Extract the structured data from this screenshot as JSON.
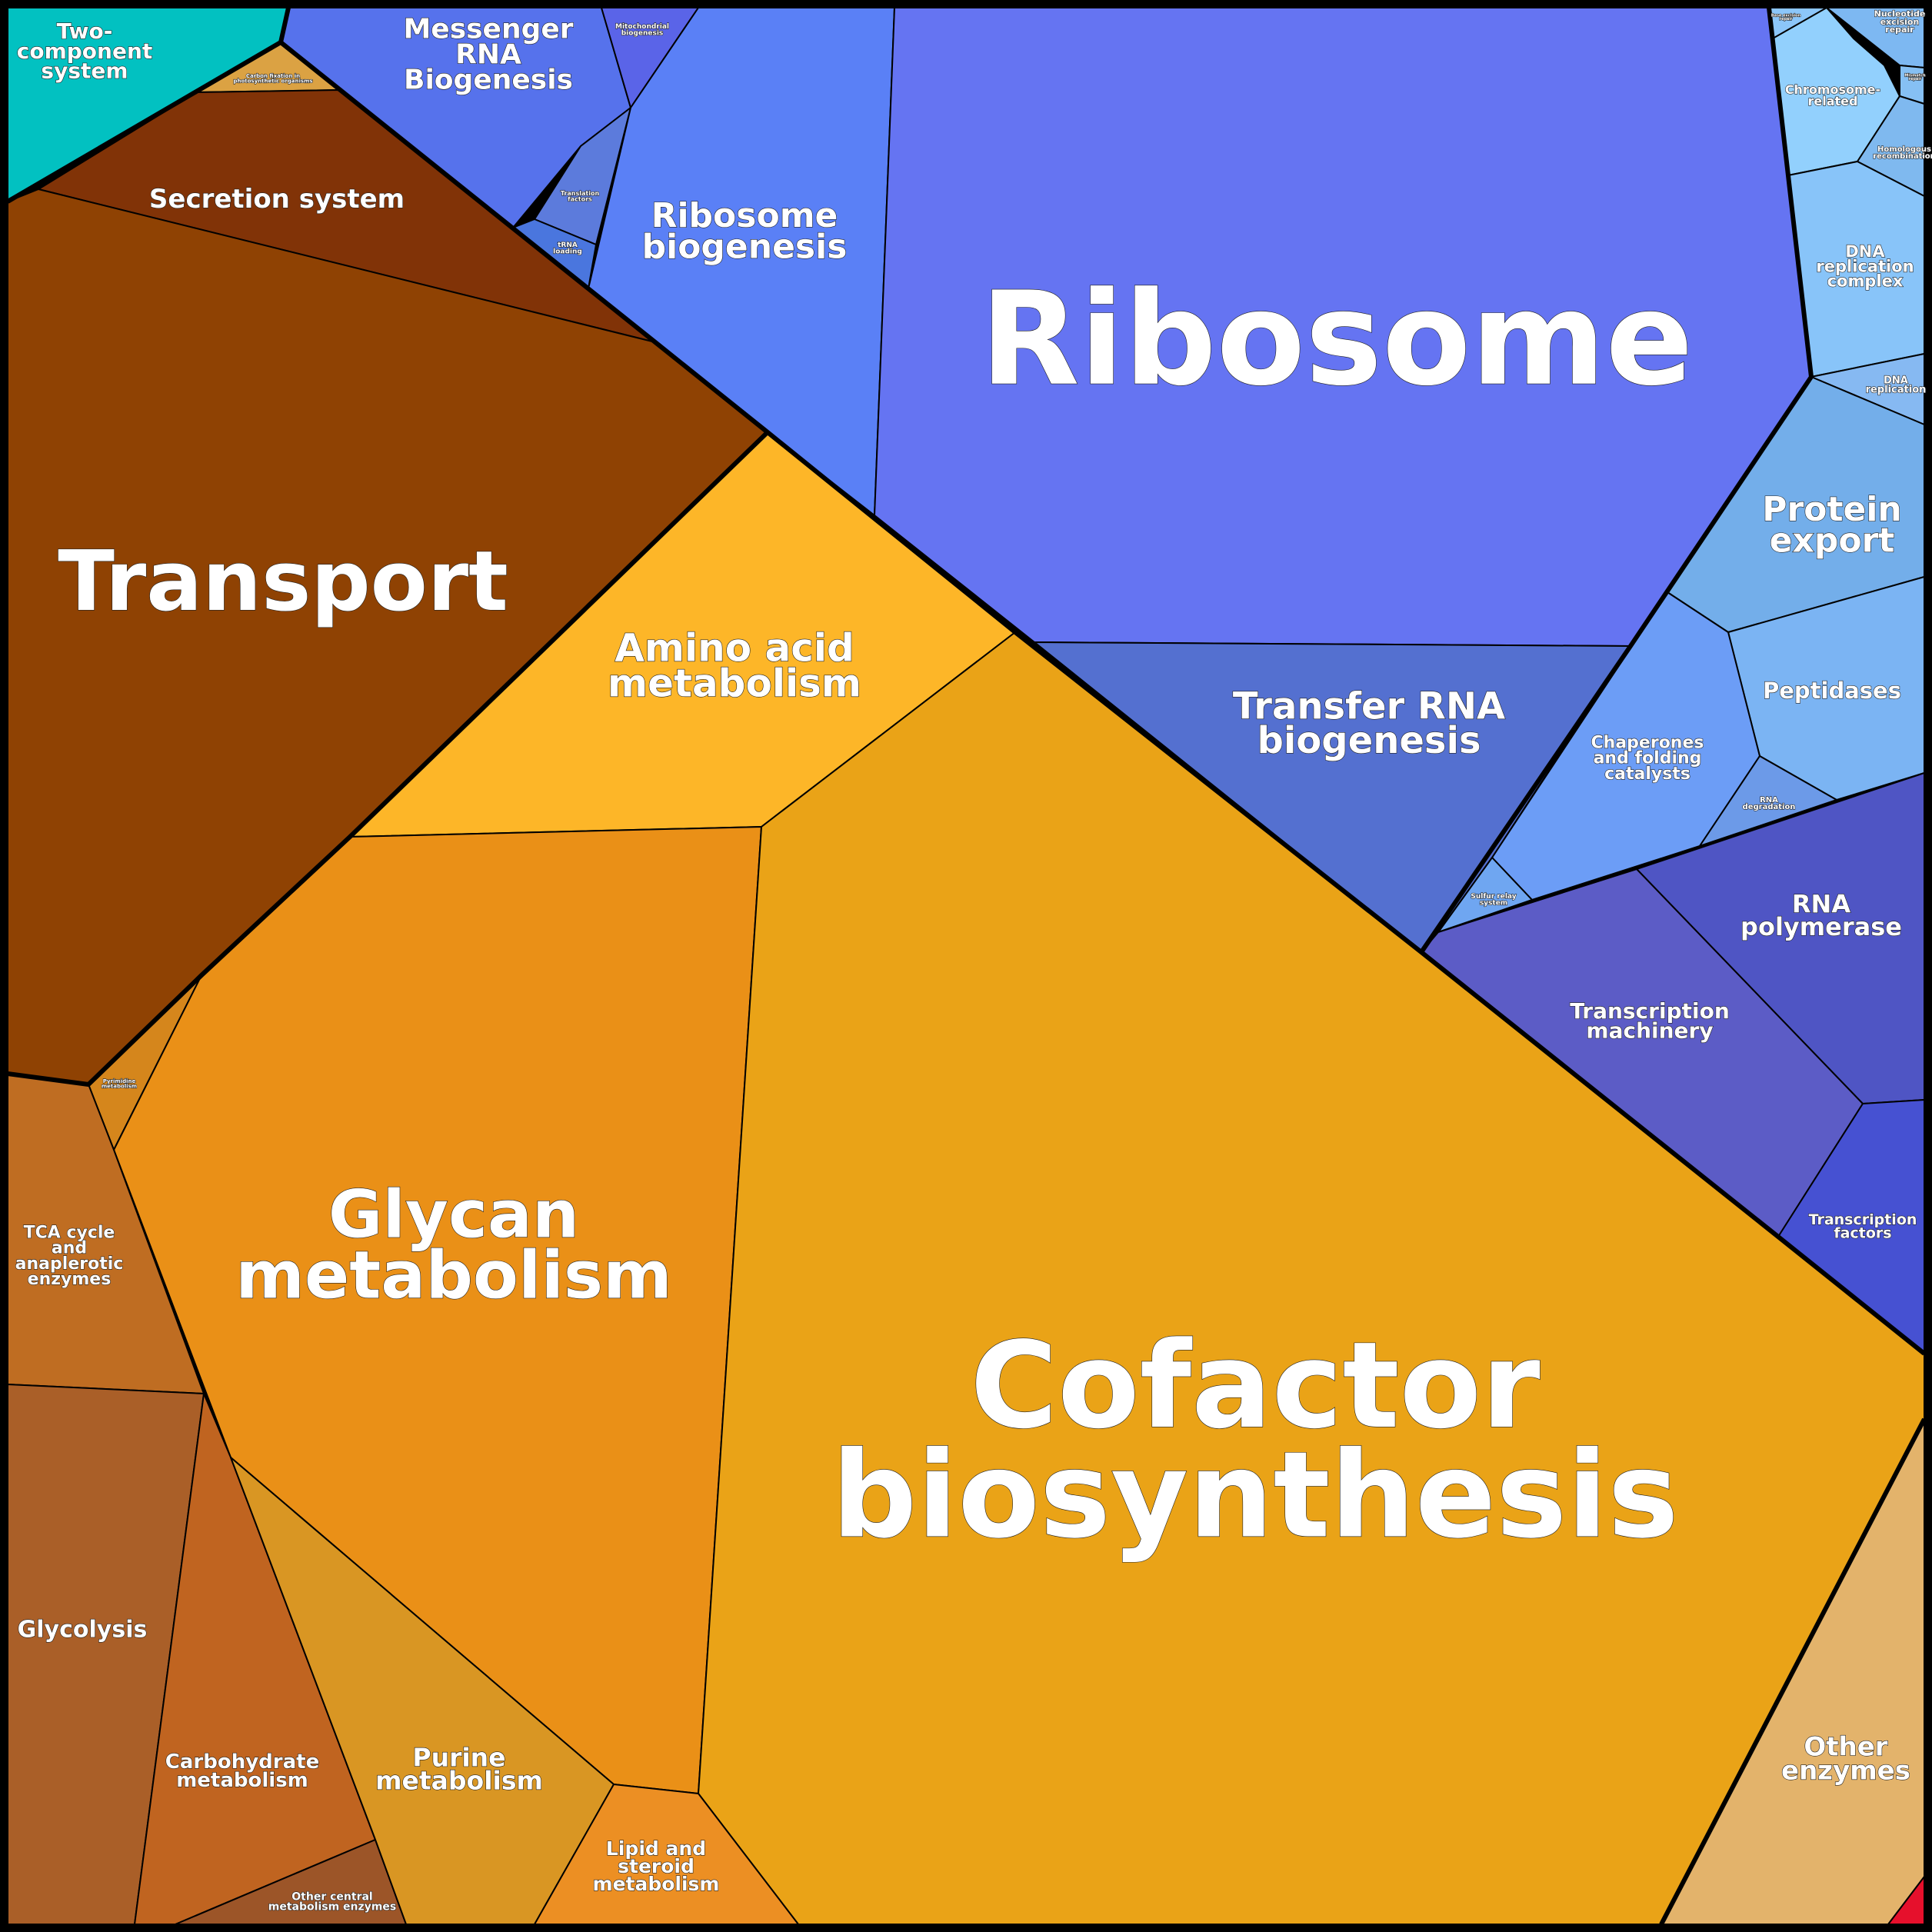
{
  "cells": [
    {
      "key": "two-component-system",
      "label": "Two-\ncomponent\nsystem",
      "color": "#02C1C1"
    },
    {
      "key": "carbon-fixation",
      "label": "Carbon fixation in\nphotosynthetic organisms",
      "color": "#DBA243"
    },
    {
      "key": "secretion-system",
      "label": "Secretion system",
      "color": "#813307"
    },
    {
      "key": "transport",
      "label": "Transport",
      "color": "#8F4203"
    },
    {
      "key": "messenger-rna-biogenesis",
      "label": "Messenger\nRNA\nBiogenesis",
      "color": "#5672EC"
    },
    {
      "key": "mitochondrial-biogenesis",
      "label": "Mitochondrial\nbiogenesis",
      "color": "#5A64E8"
    },
    {
      "key": "translation-factors",
      "label": "Translation\nfactors",
      "color": "#5C7BDC"
    },
    {
      "key": "trna-loading",
      "label": "tRNA\nloading",
      "color": "#4A76DE"
    },
    {
      "key": "ribosome-biogenesis",
      "label": "Ribosome\nbiogenesis",
      "color": "#5A80F6"
    },
    {
      "key": "ribosome",
      "label": "Ribosome",
      "color": "#6574F2"
    },
    {
      "key": "chromosome-related",
      "label": "Chromosome-\nrelated",
      "color": "#92D0FD"
    },
    {
      "key": "nucleotide-excision-repair",
      "label": "Nucleotide\nexcision\nrepair",
      "color": "#7DB8F2"
    },
    {
      "key": "base-excision-repair",
      "label": "Base excision\nrepair",
      "color": "#8CC6F9"
    },
    {
      "key": "mismatch-repair",
      "label": "Mismatch\nrepair",
      "color": "#86C0F4"
    },
    {
      "key": "homologous-recombination",
      "label": "Homologous\nrecombination",
      "color": "#7FB9EF"
    },
    {
      "key": "dna-replication-complex",
      "label": "DNA\nreplication\ncomplex",
      "color": "#88C4F9"
    },
    {
      "key": "dna-replication",
      "label": "DNA\nreplication",
      "color": "#86B9F2"
    },
    {
      "key": "protein-export",
      "label": "Protein\nexport",
      "color": "#73AEEA"
    },
    {
      "key": "peptidases",
      "label": "Peptidases",
      "color": "#7BB4F3"
    },
    {
      "key": "chaperones",
      "label": "Chaperones\nand folding\ncatalysts",
      "color": "#6C9DF6"
    },
    {
      "key": "rna-degradation",
      "label": "RNA\ndegradation",
      "color": "#6C9AE8"
    },
    {
      "key": "sulfur-relay-system",
      "label": "Sulfur relay\nsystem",
      "color": "#6FA6F1"
    },
    {
      "key": "transfer-rna-biogenesis",
      "label": "Transfer RNA\nbiogenesis",
      "color": "#5470D0"
    },
    {
      "key": "rna-polymerase",
      "label": "RNA\npolymerase",
      "color": "#4F55C4"
    },
    {
      "key": "transcription-machinery",
      "label": "Transcription\nmachinery",
      "color": "#5C5CC6"
    },
    {
      "key": "transcription-factors",
      "label": "Transcription\nfactors",
      "color": "#4651D2"
    },
    {
      "key": "amino-acid-metabolism",
      "label": "Amino acid\nmetabolism",
      "color": "#FDB628"
    },
    {
      "key": "pyrimidine-metabolism",
      "label": "Pyrimidine\nmetabolism",
      "color": "#D5861C"
    },
    {
      "key": "glycan-metabolism",
      "label": "Glycan\nmetabolism",
      "color": "#EA9017"
    },
    {
      "key": "cofactor-biosynthesis",
      "label": "Cofactor\nbiosynthesis",
      "color": "#EAA317"
    },
    {
      "key": "tca-cycle",
      "label": "TCA cycle\nand\nanaplerotic\nenzymes",
      "color": "#BF6D22"
    },
    {
      "key": "glycolysis",
      "label": "Glycolysis",
      "color": "#AA5F28"
    },
    {
      "key": "carbohydrate-metabolism",
      "label": "Carbohydrate\nmetabolism",
      "color": "#C06420"
    },
    {
      "key": "other-central-metabolism",
      "label": "Other central\nmetabolism enzymes",
      "color": "#9C5528"
    },
    {
      "key": "purine-metabolism",
      "label": "Purine\nmetabolism",
      "color": "#D99623"
    },
    {
      "key": "lipid-steroid-metabolism",
      "label": "Lipid and\nsteroid\nmetabolism",
      "color": "#EC8F23"
    },
    {
      "key": "other-enzymes",
      "label": "Other\nenzymes",
      "color": "#E3B36B"
    },
    {
      "key": "tiny-red",
      "label": "",
      "color": "#E6102C"
    }
  ]
}
